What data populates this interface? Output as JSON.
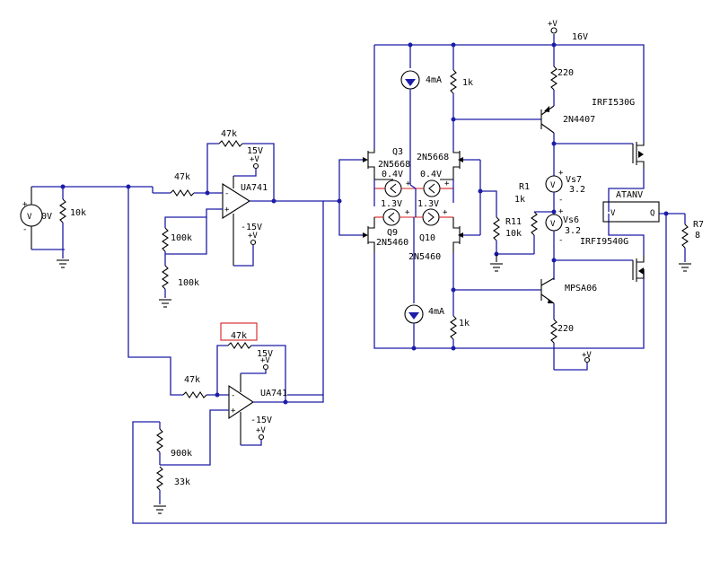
{
  "colors": {
    "wire": "#1c1ca8",
    "component": "#000000",
    "highlight": "#d62020",
    "background": "#ffffff"
  },
  "labels": {
    "vin": "0V",
    "r_in_shunt": "10k",
    "opamp1_feedback": "47k",
    "opamp1_input": "47k",
    "opamp1_model": "UA741",
    "opamp1_vpos": "15V",
    "opamp1_vneg": "-15V",
    "opamp1_div_top": "100k",
    "opamp1_div_bot": "100k",
    "opamp2_feedback": "47k",
    "opamp2_input": "47k",
    "opamp2_model": "UA741",
    "opamp2_vpos": "15V",
    "opamp2_vneg": "-15V",
    "opamp2_div_top": "900k",
    "opamp2_div_bot": "33k",
    "plus_v": "+V",
    "q3_name": "Q3",
    "q3_model": "2N5668",
    "q4_model": "2N5668",
    "q9_name": "Q9",
    "q9_model": "2N5460",
    "q10_name": "Q10",
    "q10_model": "2N5460",
    "vs_upper_left": "0.4V",
    "vs_upper_right": "0.4V",
    "vs_lower_left": "1.3V",
    "vs_lower_right": "1.3V",
    "isrc_top": "4mA",
    "isrc_bot": "4mA",
    "r_top_load": "1k",
    "r_bot_load": "1k",
    "r1_name": "R1",
    "r1_val": "1k",
    "r11_name": "R11",
    "r11_val": "10k",
    "supply_top": "16V",
    "r_220_top": "220",
    "r_220_bot": "220",
    "q_top_driver": "2N4407",
    "q_bot_driver": "MPSA06",
    "mos_top": "IRFI530G",
    "mos_bot": "IRFI9540G",
    "vs7_name": "Vs7",
    "vs7_val": "3.2",
    "vs6_name": "Vs6",
    "vs6_val": "3.2",
    "meter_name": "ATANV",
    "meter_in": "V",
    "meter_out": "Q",
    "r7_name": "R7",
    "r7_val": "8"
  }
}
